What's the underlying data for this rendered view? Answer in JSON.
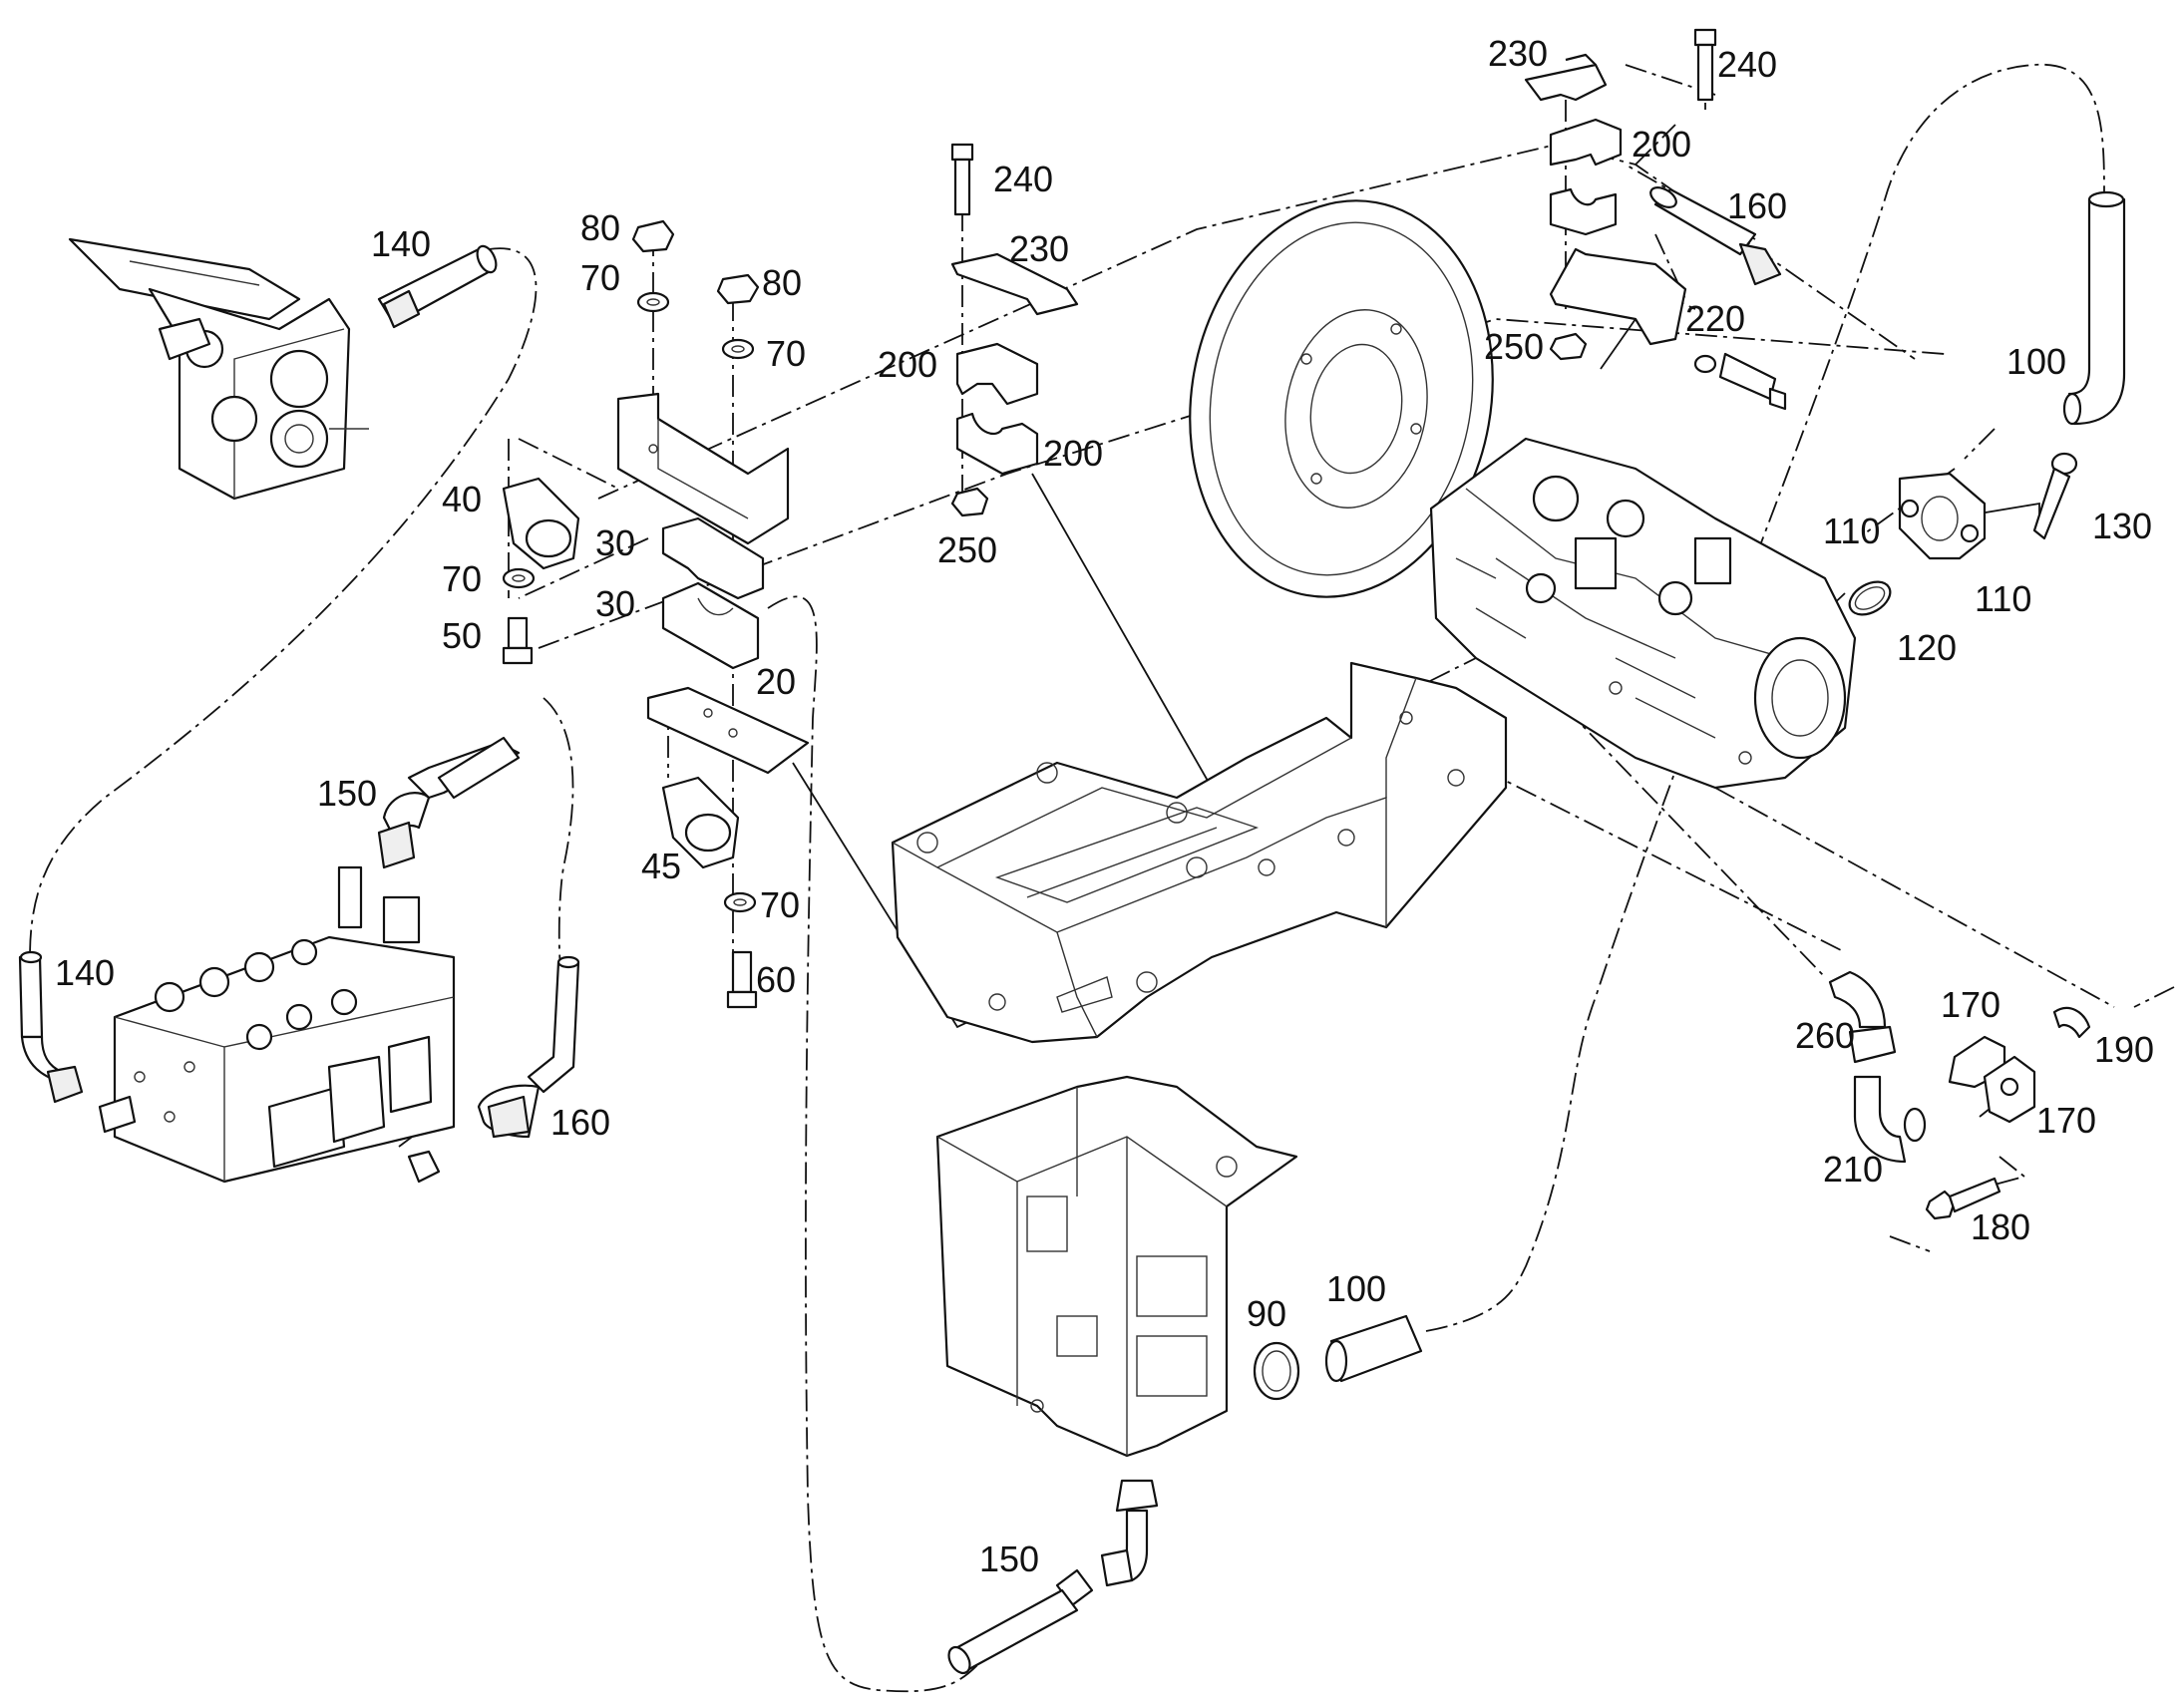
{
  "callouts": [
    {
      "id": "c140a",
      "text": "140"
    },
    {
      "id": "c80a",
      "text": "80"
    },
    {
      "id": "c70a",
      "text": "70"
    },
    {
      "id": "c80b",
      "text": "80"
    },
    {
      "id": "c70b",
      "text": "70"
    },
    {
      "id": "c40",
      "text": "40"
    },
    {
      "id": "c70c",
      "text": "70"
    },
    {
      "id": "c50",
      "text": "50"
    },
    {
      "id": "c30a",
      "text": "30"
    },
    {
      "id": "c30b",
      "text": "30"
    },
    {
      "id": "c20",
      "text": "20"
    },
    {
      "id": "c150a",
      "text": "150"
    },
    {
      "id": "c45",
      "text": "45"
    },
    {
      "id": "c70d",
      "text": "70"
    },
    {
      "id": "c60",
      "text": "60"
    },
    {
      "id": "c140b",
      "text": "140"
    },
    {
      "id": "c160a",
      "text": "160"
    },
    {
      "id": "c240a",
      "text": "240"
    },
    {
      "id": "c230a",
      "text": "230"
    },
    {
      "id": "c200a",
      "text": "200"
    },
    {
      "id": "c200b",
      "text": "200"
    },
    {
      "id": "c250a",
      "text": "250"
    },
    {
      "id": "c230b",
      "text": "230"
    },
    {
      "id": "c240b",
      "text": "240"
    },
    {
      "id": "c200c",
      "text": "200"
    },
    {
      "id": "c160b",
      "text": "160"
    },
    {
      "id": "c220",
      "text": "220"
    },
    {
      "id": "c250b",
      "text": "250"
    },
    {
      "id": "c100a",
      "text": "100"
    },
    {
      "id": "c110a",
      "text": "110"
    },
    {
      "id": "c130",
      "text": "130"
    },
    {
      "id": "c110b",
      "text": "110"
    },
    {
      "id": "c120",
      "text": "120"
    },
    {
      "id": "c260",
      "text": "260"
    },
    {
      "id": "c170a",
      "text": "170"
    },
    {
      "id": "c190",
      "text": "190"
    },
    {
      "id": "c170b",
      "text": "170"
    },
    {
      "id": "c210",
      "text": "210"
    },
    {
      "id": "c180",
      "text": "180"
    },
    {
      "id": "c90",
      "text": "90"
    },
    {
      "id": "c100b",
      "text": "100"
    },
    {
      "id": "c150b",
      "text": "150"
    }
  ]
}
